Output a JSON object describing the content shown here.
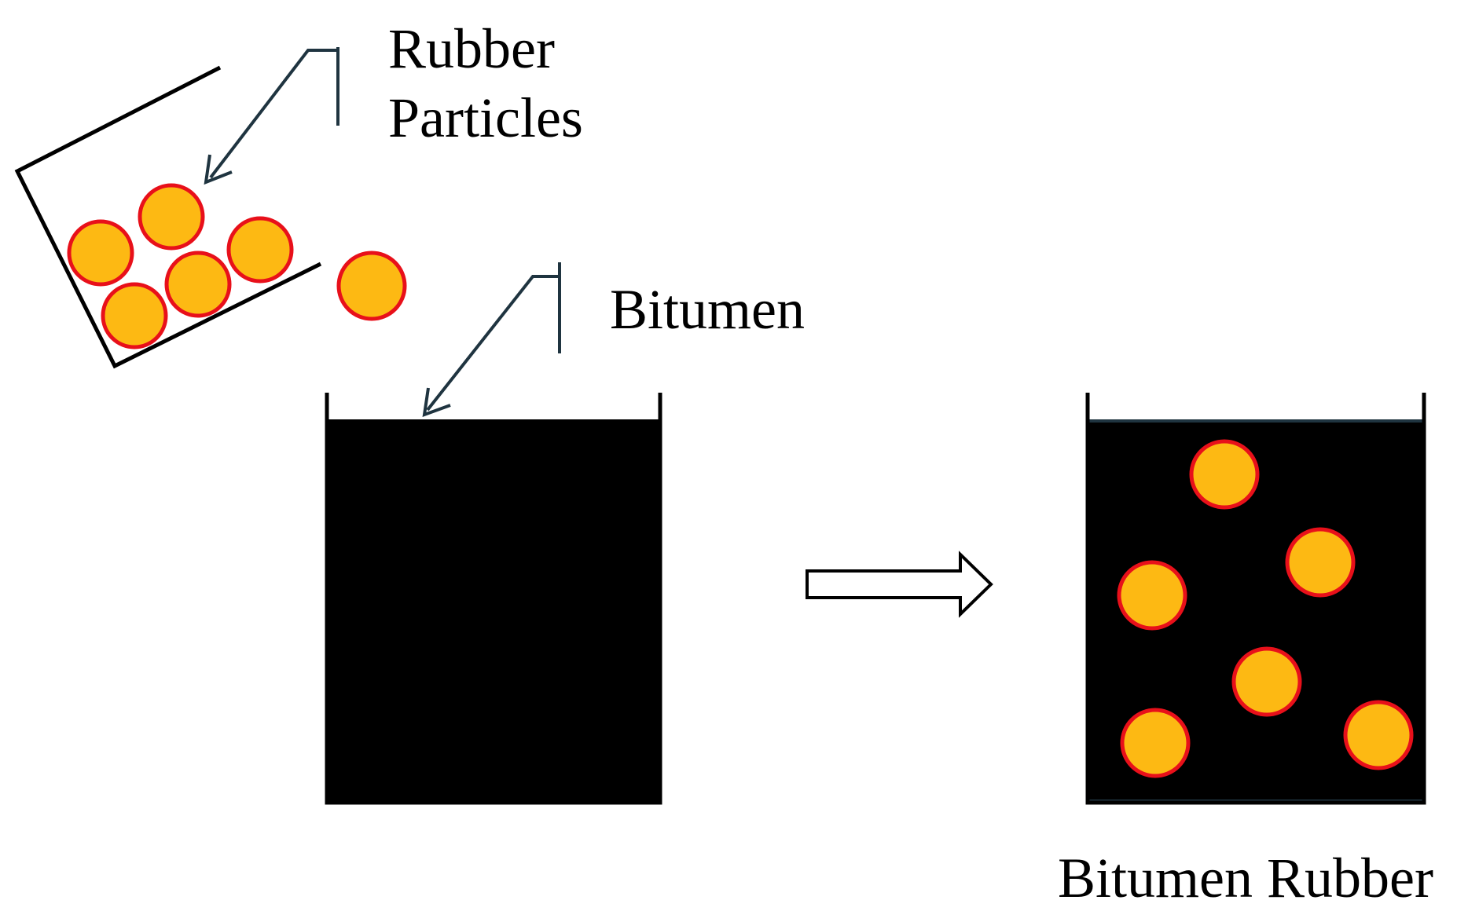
{
  "labels": {
    "rubber_line1": "Rubber",
    "rubber_line2": "Particles",
    "bitumen": "Bitumen",
    "bitumen_rubber": "Bitumen Rubber"
  },
  "colors": {
    "particle_fill": "#FDB913",
    "particle_stroke": "#E8101A",
    "bitumen": "#000000",
    "container_line": "#000000",
    "callout_line": "#1F3440",
    "background": "#FFFFFF"
  },
  "icons": {
    "process_arrow": "hollow-right-arrow",
    "particle": "circle"
  }
}
